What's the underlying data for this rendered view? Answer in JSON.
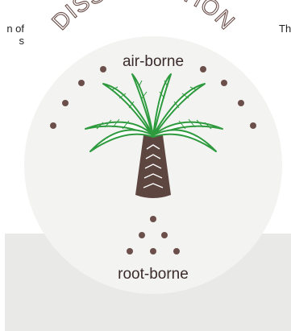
{
  "title": "DISSEMINATION",
  "labels": {
    "top": "air-borne",
    "bottom": "root-borne"
  },
  "fragments": {
    "left_line1": "n of",
    "left_line2": "s",
    "right_line1": "Th"
  },
  "colors": {
    "dot": "#6b4f4a",
    "trunk": "#5e4640",
    "leaf": "#2e9a3e",
    "leaf_fill": "#ffffff",
    "circle": "#f3f3f1",
    "panel": "#e9e9e7"
  }
}
